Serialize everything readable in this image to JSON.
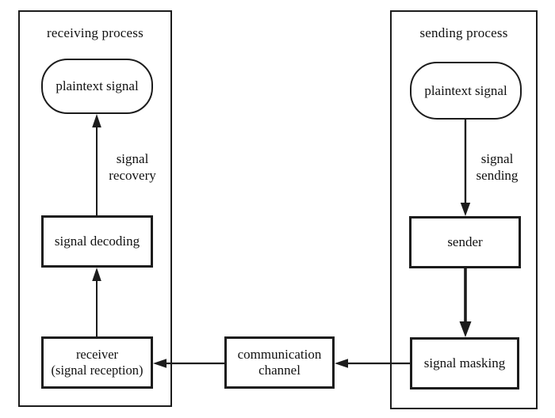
{
  "diagram": {
    "colors": {
      "line": "#1c1c1c",
      "background": "#ffffff",
      "text": "#111111"
    },
    "containers": {
      "receiving": {
        "label": "receiving process"
      },
      "sending": {
        "label": "sending process"
      }
    },
    "nodes": {
      "plaintext_receiving": {
        "label": "plaintext signal"
      },
      "signal_decoding": {
        "label": "signal decoding"
      },
      "receiver": {
        "line1": "receiver",
        "line2": "(signal reception)"
      },
      "communication_channel": {
        "line1": "communication",
        "line2": "channel"
      },
      "plaintext_sending": {
        "label": "plaintext signal"
      },
      "sender": {
        "label": "sender"
      },
      "signal_masking": {
        "label": "signal masking"
      }
    },
    "edges": {
      "signal_recovery": {
        "line1": "signal",
        "line2": "recovery"
      },
      "signal_sending": {
        "line1": "signal",
        "line2": "sending"
      }
    }
  }
}
